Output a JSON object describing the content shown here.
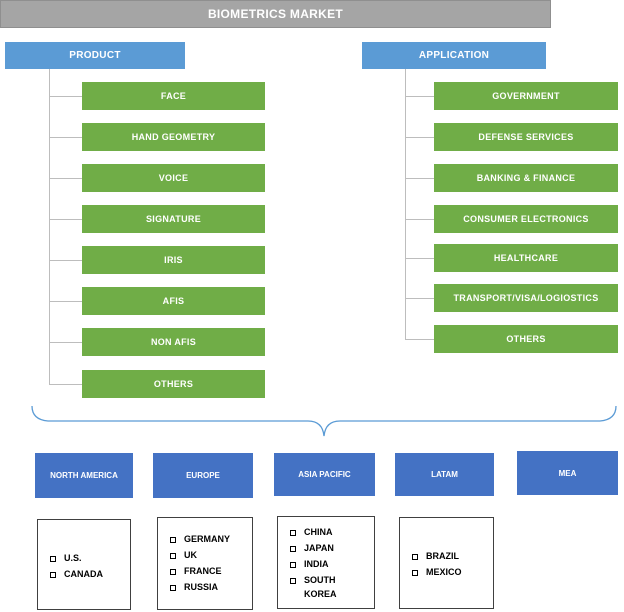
{
  "title": "BIOMETRICS MARKET",
  "product": {
    "header": "PRODUCT",
    "items": [
      "FACE",
      "HAND GEOMETRY",
      "VOICE",
      "SIGNATURE",
      "IRIS",
      "AFIS",
      "NON AFIS",
      "OTHERS"
    ]
  },
  "application": {
    "header": "APPLICATION",
    "items": [
      "GOVERNMENT",
      "DEFENSE SERVICES",
      "BANKING & FINANCE",
      "CONSUMER ELECTRONICS",
      "HEALTHCARE",
      "TRANSPORT/VISA/LOGIOSTICS",
      "OTHERS"
    ]
  },
  "regions": [
    {
      "name": "NORTH AMERICA",
      "countries": [
        "U.S.",
        "CANADA"
      ]
    },
    {
      "name": "EUROPE",
      "countries": [
        "GERMANY",
        "UK",
        "FRANCE",
        "RUSSIA"
      ]
    },
    {
      "name": "ASIA PACIFIC",
      "countries": [
        "CHINA",
        "JAPAN",
        "INDIA",
        "SOUTH KOREA"
      ]
    },
    {
      "name": "LATAM",
      "countries": [
        "BRAZIL",
        "MEXICO"
      ]
    },
    {
      "name": "MEA",
      "countries": []
    }
  ],
  "colors": {
    "title": "#a5a5a5",
    "header": "#5b9bd5",
    "item": "#70ad47",
    "region": "#4472c4"
  }
}
